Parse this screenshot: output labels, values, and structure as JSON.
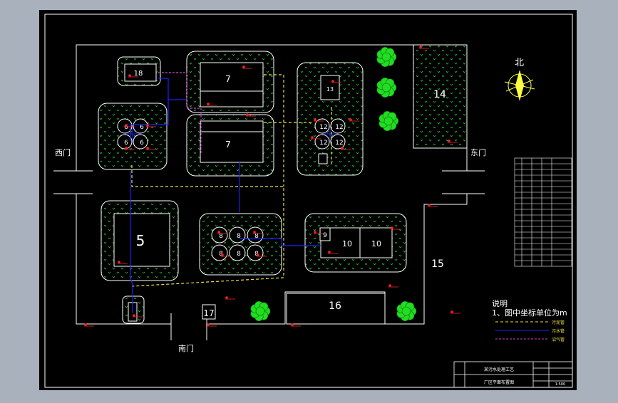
{
  "colors": {
    "background": "#000000",
    "outer_bg": "#a9b1bd",
    "frame": "#ffffff",
    "grass": "#22c42a",
    "tree": "#22dd22",
    "dim": "#ff2020",
    "water_pipe": "#2020ff",
    "sludge_pipe": "#f0e040",
    "gas_pipe": "#cc44cc",
    "north": "#ffff40"
  },
  "labels": {
    "west_gate": "西门",
    "east_gate": "东门",
    "south_gate": "南门",
    "north": "北"
  },
  "buildings": {
    "b5": "5",
    "b6": "6",
    "b7a": "7",
    "b7b": "7",
    "b8": "8",
    "b9": "9",
    "b10a": "10",
    "b10b": "10",
    "b12": "12",
    "b13": "13",
    "b14": "14",
    "b15": "15",
    "b16": "16",
    "b17": "17",
    "b18": "18"
  },
  "notes": {
    "title": "说明",
    "line1": "1、图中坐标单位为m",
    "legend": [
      "污泥管",
      "污水管",
      "沼气管"
    ]
  },
  "title_block": {
    "project": "某污水处理工艺",
    "drawing": "厂区平面布置图",
    "scale": "1:500"
  },
  "icons": {
    "north_arrow": "compass-icon",
    "trees": "tree-icon"
  }
}
